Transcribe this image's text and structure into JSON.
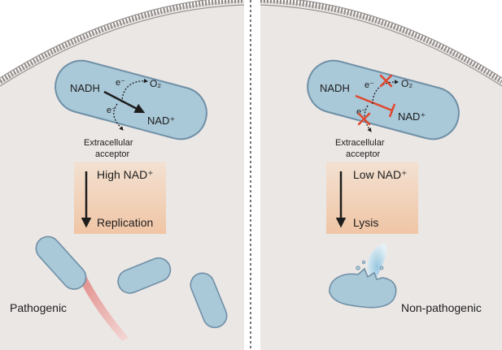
{
  "left_panel": {
    "bacterium": {
      "nadh": "NADH",
      "electron_top": "e⁻",
      "o2": "O₂",
      "electron_bottom": "e⁻",
      "nad": "NAD⁺"
    },
    "acceptor_line1": "Extracellular",
    "acceptor_line2": "acceptor",
    "box_top": "High NAD⁺",
    "box_bottom": "Replication",
    "caption": "Pathogenic"
  },
  "right_panel": {
    "bacterium": {
      "nadh": "NADH",
      "electron_top": "e⁻",
      "o2": "O₂",
      "electron_bottom": "e⁻",
      "nad": "NAD⁺"
    },
    "acceptor_line1": "Extracellular",
    "acceptor_line2": "acceptor",
    "box_top": "Low NAD⁺",
    "box_bottom": "Lysis",
    "caption": "Non-pathogenic"
  },
  "colors": {
    "cell_fill": "#ebe7e5",
    "membrane": "#8f8a88",
    "bacterium_fill": "#a9c8d8",
    "bacterium_stroke": "#6f8fa6",
    "box_gradient_top": "#f1dccb",
    "box_gradient_bottom": "#f0c4a3",
    "inhibit_red": "#e0482f"
  }
}
